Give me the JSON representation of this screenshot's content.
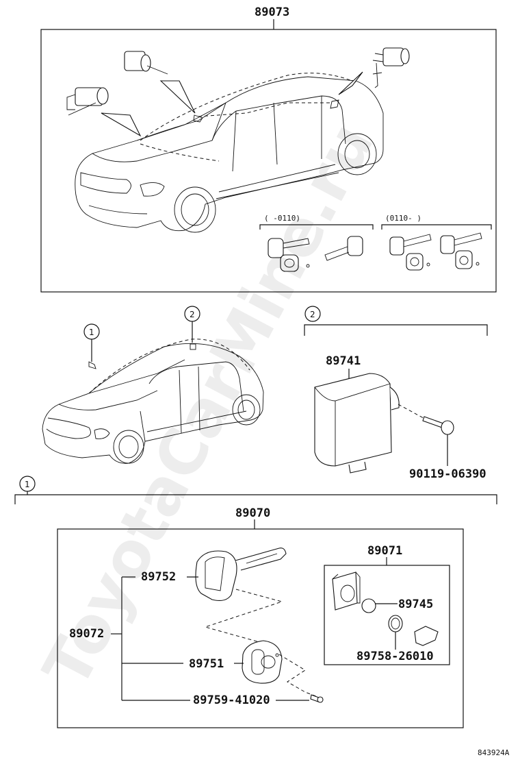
{
  "diagram": {
    "top_group": {
      "part_number": "89073",
      "left_bracket_label": "(     -0110)",
      "right_bracket_label": "(0110-     )"
    },
    "middle": {
      "callout_1": "1",
      "callout_2": "2",
      "group2_callout": "2",
      "ecu_part": "89741",
      "bolt_part": "90119-06390"
    },
    "bottom_group": {
      "callout": "1",
      "main_part": "89070",
      "key_set": "89072",
      "key": "89752",
      "key_plate": "89751",
      "screw": "89759-41020",
      "immobilizer_group": "89071",
      "immobilizer_part": "89745",
      "ring_part": "89758-26010"
    },
    "figure_code": "843924A",
    "watermark": "ToyotaCarMine.ru"
  }
}
